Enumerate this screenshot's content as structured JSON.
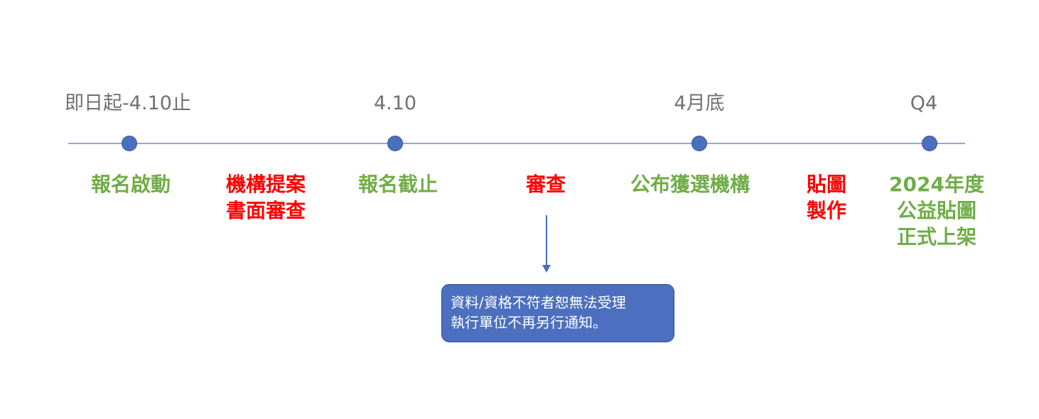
{
  "colors": {
    "date_text": "#707070",
    "axis_line": "#9aa3d6",
    "milestone_dot": "#4b6fbd",
    "phase_green": "#70ad47",
    "phase_red": "#ff0000",
    "note_box": "#4c6fbf",
    "note_text": "#ffffff"
  },
  "timeline": {
    "dates": [
      "即日起-4.10止",
      "4.10",
      "4月底",
      "Q4"
    ],
    "phases": [
      {
        "label": "報名啟動",
        "color": "green"
      },
      {
        "label": "機構提案\n書面審查",
        "color": "red"
      },
      {
        "label": "報名截止",
        "color": "green"
      },
      {
        "label": "審查",
        "color": "red"
      },
      {
        "label": "公布獲選機構",
        "color": "green"
      },
      {
        "label": "貼圖\n製作",
        "color": "red"
      },
      {
        "label": "2024年度\n公益貼圖\n正式上架",
        "color": "green"
      }
    ]
  },
  "note": {
    "text": "資料/資格不符者恕無法受理\n執行單位不再另行通知。"
  }
}
